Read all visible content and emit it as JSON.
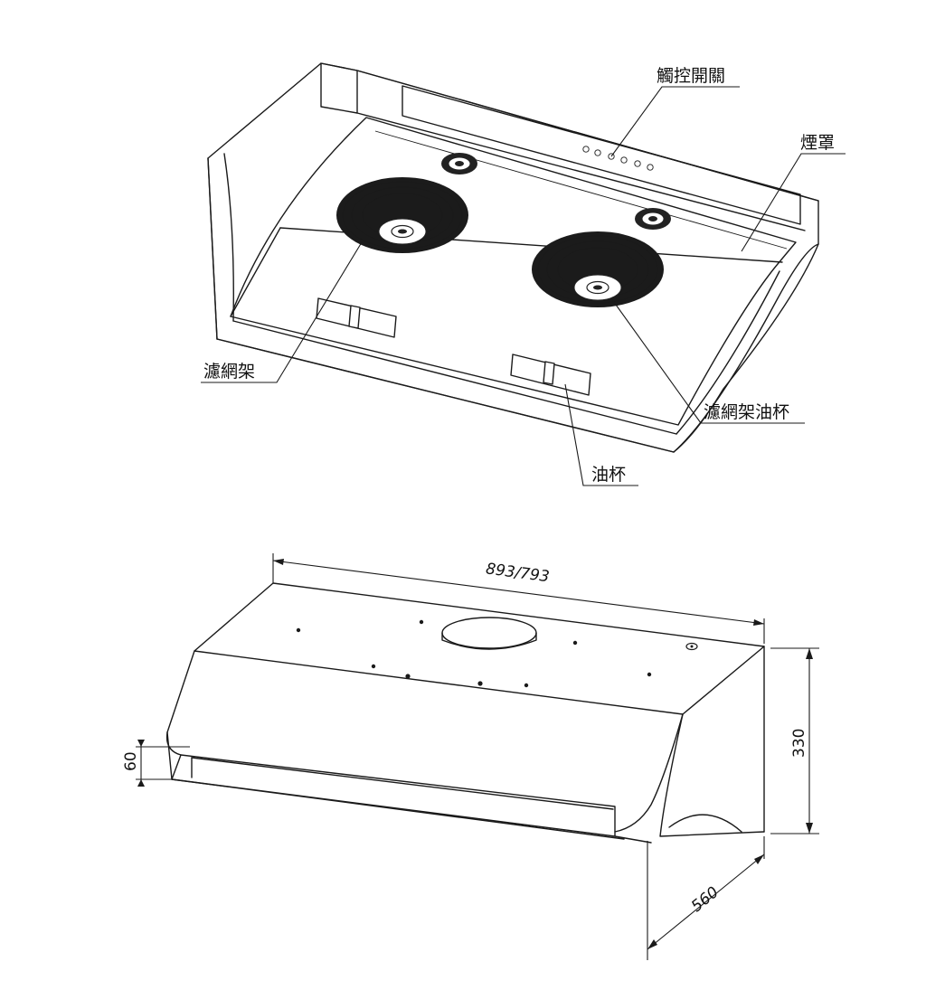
{
  "labels": {
    "touch_switch": "觸控開關",
    "hood": "煙罩",
    "filter_rack": "濾網架",
    "filter_rack_oil_cup": "濾網架油杯",
    "oil_cup": "油杯"
  },
  "dimensions": {
    "width": "893/793",
    "height": "330",
    "depth": "560",
    "front_lip": "60"
  },
  "colors": {
    "stroke": "#1a1a1a",
    "background": "#ffffff"
  }
}
